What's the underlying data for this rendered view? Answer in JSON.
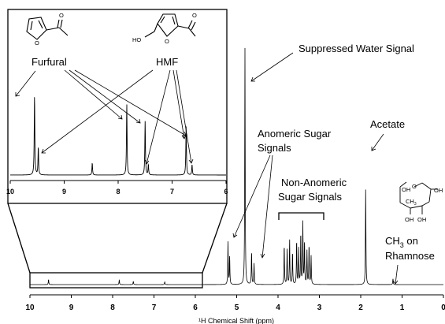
{
  "chart_data": {
    "type": "line",
    "xlabel": "¹H Chemical Shift (ppm)",
    "xlim": [
      10,
      0
    ],
    "x_ticks": [
      "10",
      "9",
      "8",
      "7",
      "6",
      "5",
      "4",
      "3",
      "2",
      "1",
      "0"
    ],
    "inset": {
      "xlim": [
        10,
        6
      ],
      "x_ticks": [
        "10",
        "9",
        "8",
        "7",
        "6"
      ],
      "peaks": [
        {
          "x": 9.55,
          "y": 0.92
        },
        {
          "x": 9.48,
          "y": 0.32
        },
        {
          "x": 8.48,
          "y": 0.14
        },
        {
          "x": 7.84,
          "y": 0.82
        },
        {
          "x": 7.5,
          "y": 0.62
        },
        {
          "x": 7.44,
          "y": 0.12
        },
        {
          "x": 6.74,
          "y": 0.57
        },
        {
          "x": 6.63,
          "y": 0.12
        }
      ]
    },
    "peaks": [
      {
        "x": 9.55,
        "y": 0.022
      },
      {
        "x": 7.84,
        "y": 0.02
      },
      {
        "x": 7.5,
        "y": 0.014
      },
      {
        "x": 6.74,
        "y": 0.012
      },
      {
        "x": 5.21,
        "y": 0.18
      },
      {
        "x": 5.17,
        "y": 0.12
      },
      {
        "x": 4.8,
        "y": 1.0
      },
      {
        "x": 4.64,
        "y": 0.14
      },
      {
        "x": 4.58,
        "y": 0.09
      },
      {
        "x": 3.85,
        "y": 0.17
      },
      {
        "x": 3.78,
        "y": 0.15
      },
      {
        "x": 3.72,
        "y": 0.19
      },
      {
        "x": 3.65,
        "y": 0.14
      },
      {
        "x": 3.55,
        "y": 0.19
      },
      {
        "x": 3.5,
        "y": 0.15
      },
      {
        "x": 3.45,
        "y": 0.22
      },
      {
        "x": 3.4,
        "y": 0.26
      },
      {
        "x": 3.36,
        "y": 0.18
      },
      {
        "x": 3.3,
        "y": 0.14
      },
      {
        "x": 3.25,
        "y": 0.17
      },
      {
        "x": 3.2,
        "y": 0.12
      },
      {
        "x": 1.88,
        "y": 0.41
      },
      {
        "x": 1.22,
        "y": 0.025
      }
    ],
    "annotations": {
      "water": "Suppressed Water Signal",
      "anomeric_line1": "Anomeric Sugar",
      "anomeric_line2": "Signals",
      "nonanomeric_line1": "Non-Anomeric",
      "nonanomeric_line2": "Sugar Signals",
      "acetate": "Acetate",
      "ch3_ch": "CH",
      "ch3_sub": "3",
      "ch3_on": " on",
      "rhamnose": "Rhamnose",
      "furfural": "Furfural",
      "hmf": "HMF"
    },
    "structure_labels": {
      "hmf_ho": "HO",
      "rham_oh1": "OH",
      "rham_o": "O",
      "rham_oh2": "OH",
      "rham_ch": "CH",
      "rham_3": "3",
      "rham_oh3": "OH",
      "rham_oh4": "OH"
    }
  }
}
